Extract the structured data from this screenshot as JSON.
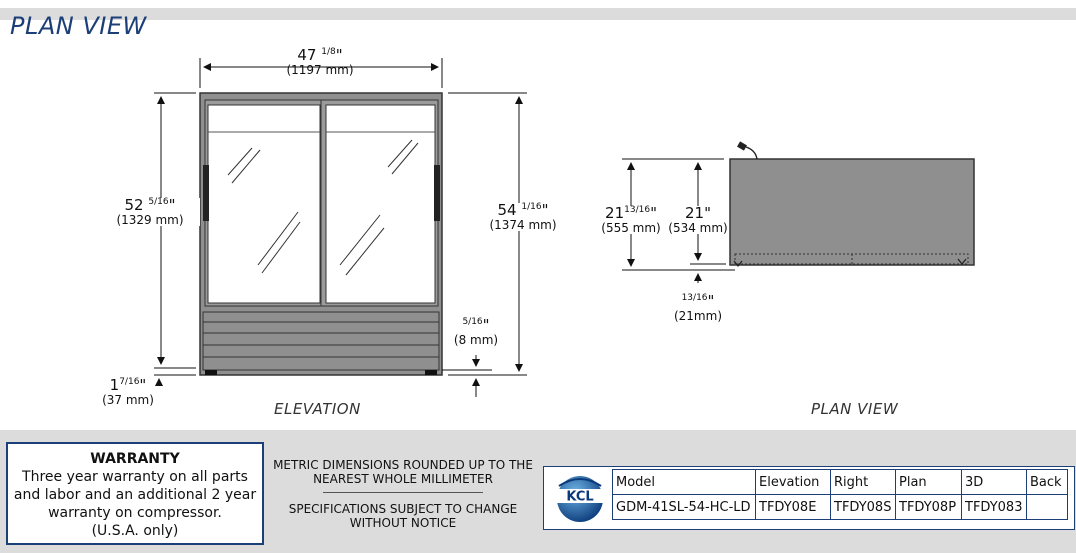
{
  "header": {
    "title": "PLAN VIEW"
  },
  "elevation": {
    "caption": "ELEVATION",
    "width": {
      "whole": "47",
      "frac": "1/8",
      "mm": "(1197 mm)"
    },
    "door_height": {
      "whole": "52",
      "frac": "5/16",
      "mm": "(1329 mm)"
    },
    "total_height": {
      "whole": "54",
      "frac": "1/16",
      "mm": "(1374 mm)"
    },
    "base_clearance": {
      "whole": "",
      "frac": "5/16",
      "mm": "(8 mm)"
    },
    "bottom_offset": {
      "whole": "1",
      "frac": "7/16",
      "mm": "(37 mm)"
    }
  },
  "plan": {
    "caption": "PLAN VIEW",
    "overall_depth": {
      "whole": "21",
      "frac": "13/16",
      "mm": "(555 mm)"
    },
    "body_depth": {
      "whole": "21",
      "frac": "",
      "mm": "(534 mm)"
    },
    "offset": {
      "whole": "",
      "frac": "13/16",
      "mm": "(21mm)"
    }
  },
  "footer": {
    "warranty": {
      "title": "WARRANTY",
      "lines": [
        "Three year warranty on all parts",
        "and labor and an additional 2 year",
        "warranty on compressor.",
        "(U.S.A. only)"
      ]
    },
    "notes": {
      "metric": [
        "METRIC DIMENSIONS ROUNDED UP TO THE",
        "NEAREST WHOLE MILLIMETER"
      ],
      "spec": [
        "SPECIFICATIONS SUBJECT TO CHANGE",
        "WITHOUT NOTICE"
      ]
    },
    "logo_text": "KCL",
    "table": {
      "headers": [
        "Model",
        "Elevation",
        "Right",
        "Plan",
        "3D",
        "Back"
      ],
      "row": [
        "GDM-41SL-54-HC-LD",
        "TFDY08E",
        "TFDY08S",
        "TFDY08P",
        "TFDY083",
        ""
      ]
    }
  },
  "colors": {
    "accent": "#1d3f78",
    "panel": "#dcdcdc",
    "cabinet": "#8a8a8a"
  }
}
